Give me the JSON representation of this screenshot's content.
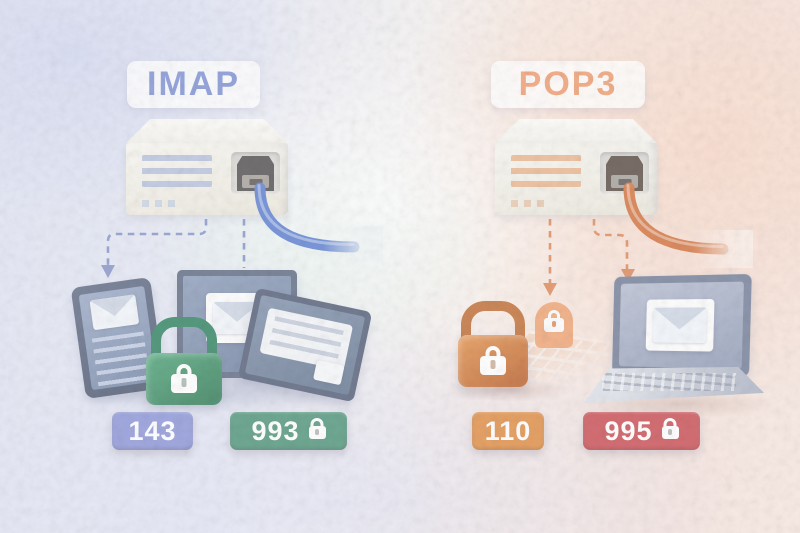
{
  "illustration": {
    "left": {
      "label": "IMAP",
      "label_color": "#7d90d4",
      "arrow_color": "#8694c9",
      "cable_color": "#5b7ed0",
      "ports": [
        {
          "number": "143",
          "secure": false,
          "color": "#8b94d7"
        },
        {
          "number": "993",
          "secure": true,
          "color": "#4d9379"
        }
      ],
      "icons": [
        "server-icon",
        "smartphone-icon",
        "monitor-icon",
        "tablet-icon",
        "padlock-icon"
      ]
    },
    "right": {
      "label": "POP3",
      "label_color": "#ef9b6e",
      "arrow_color": "#de8757",
      "cable_color": "#d4713b",
      "ports": [
        {
          "number": "110",
          "secure": false,
          "color": "#df8b41"
        },
        {
          "number": "995",
          "secure": true,
          "color": "#c94b52"
        }
      ],
      "icons": [
        "server-icon",
        "padlock-icon",
        "small-padlock-icon",
        "keyboard-icon",
        "laptop-icon"
      ]
    }
  }
}
